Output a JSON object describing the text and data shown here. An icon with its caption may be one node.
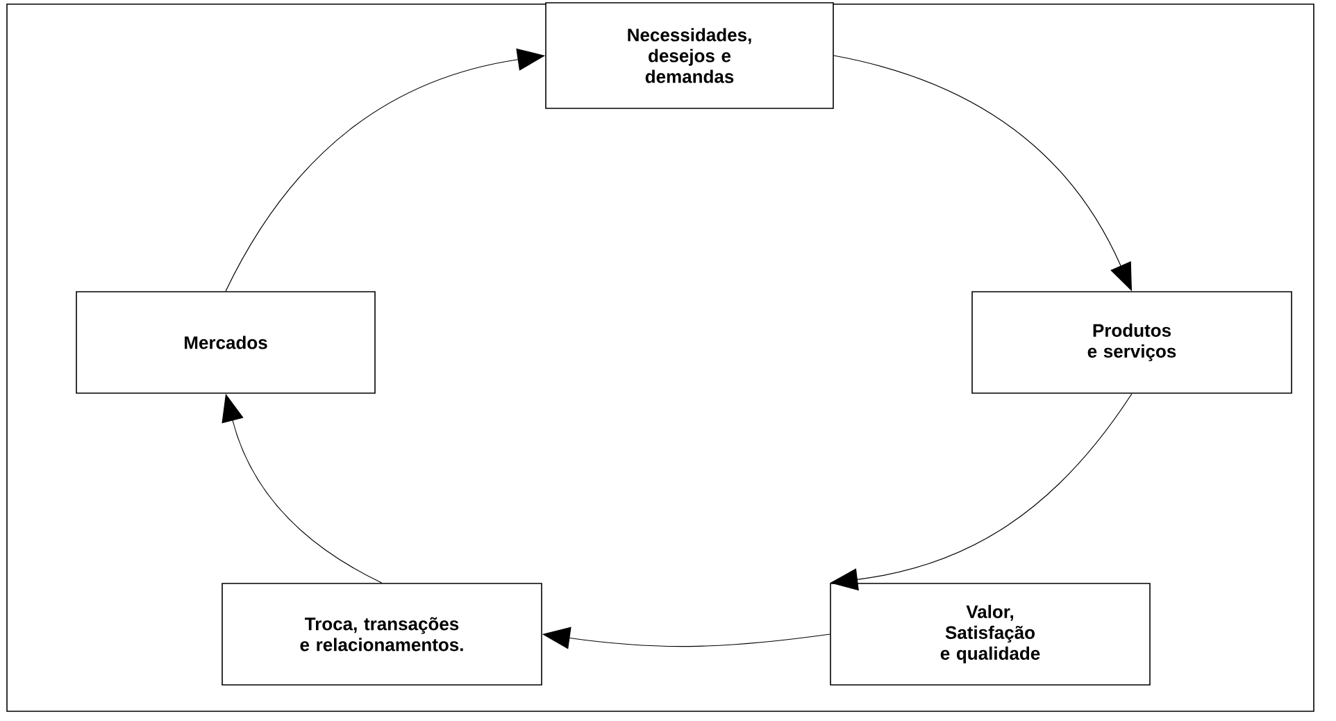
{
  "diagram": {
    "nodes": [
      {
        "text": [
          "Necessidades, desejos e demandas"
        ]
      },
      {
        "text": [
          "Produtos e serviços"
        ]
      },
      {
        "text": [
          "Valor, Satisfação e qualidade"
        ]
      },
      {
        "text": [
          "Troca, transações e relacionamentos."
        ]
      },
      {
        "text": [
          "Mercados"
        ]
      }
    ],
    "edges": [
      {
        "from": 0,
        "to": 1,
        "arrow": "to"
      },
      {
        "from": 1,
        "to": 2,
        "arrow": "to"
      },
      {
        "from": 2,
        "to": 3,
        "arrow": "to"
      },
      {
        "from": 3,
        "to": 4,
        "arrow": "to"
      },
      {
        "from": 4,
        "to": 0,
        "arrow": "to"
      }
    ]
  }
}
